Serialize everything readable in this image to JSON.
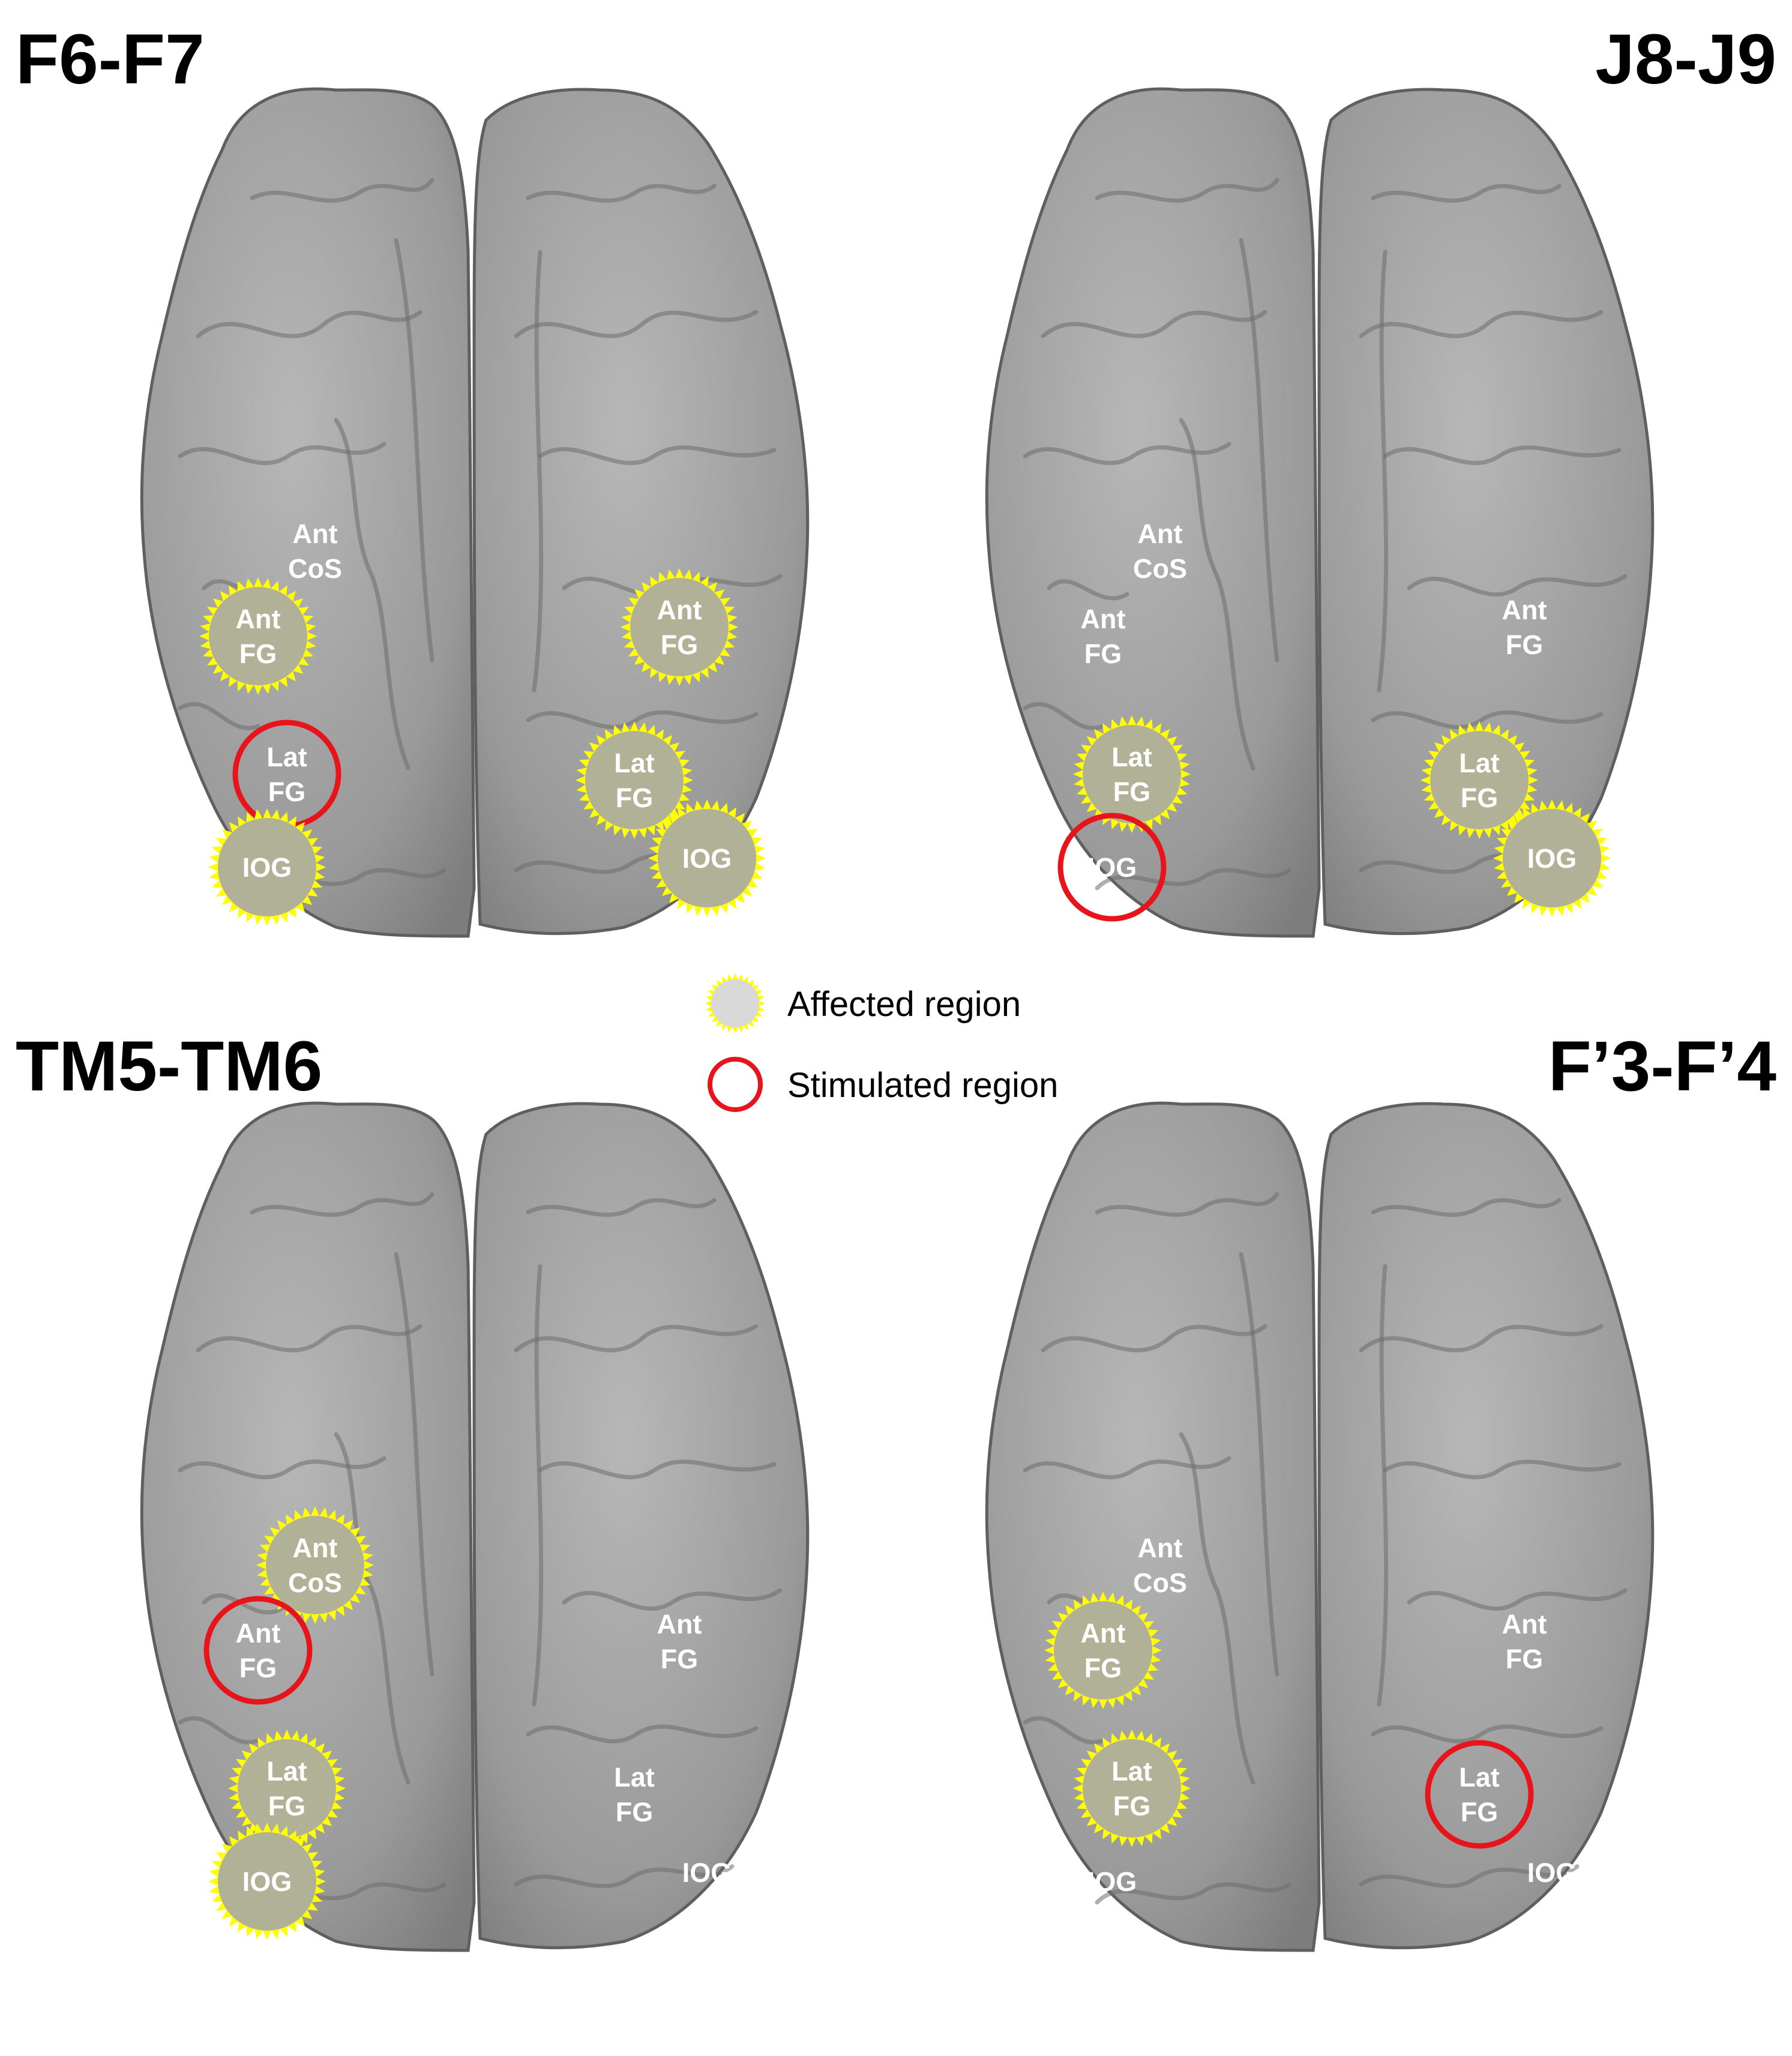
{
  "panels": [
    {
      "title": "F6-F7",
      "regions": [
        {
          "label": [
            "Ant",
            "CoS"
          ],
          "status": "none"
        },
        {
          "label": [
            "Ant",
            "FG"
          ],
          "status": "affected"
        },
        {
          "label": [
            "Lat",
            "FG"
          ],
          "status": "stimulated"
        },
        {
          "label": [
            "IOG"
          ],
          "status": "affected"
        },
        {
          "label": [
            "Ant",
            "FG"
          ],
          "status": "affected"
        },
        {
          "label": [
            "Lat",
            "FG"
          ],
          "status": "affected"
        },
        {
          "label": [
            "IOG"
          ],
          "status": "affected"
        }
      ]
    },
    {
      "title": "J8-J9",
      "regions": [
        {
          "label": [
            "Ant",
            "CoS"
          ],
          "status": "none"
        },
        {
          "label": [
            "Ant",
            "FG"
          ],
          "status": "none"
        },
        {
          "label": [
            "Lat",
            "FG"
          ],
          "status": "affected"
        },
        {
          "label": [
            "IOG"
          ],
          "status": "stimulated"
        },
        {
          "label": [
            "Ant",
            "FG"
          ],
          "status": "none"
        },
        {
          "label": [
            "Lat",
            "FG"
          ],
          "status": "affected"
        },
        {
          "label": [
            "IOG"
          ],
          "status": "affected"
        }
      ]
    },
    {
      "title": "TM5-TM6",
      "regions": [
        {
          "label": [
            "Ant",
            "CoS"
          ],
          "status": "affected"
        },
        {
          "label": [
            "Ant",
            "FG"
          ],
          "status": "stimulated"
        },
        {
          "label": [
            "Lat",
            "FG"
          ],
          "status": "affected"
        },
        {
          "label": [
            "IOG"
          ],
          "status": "affected"
        },
        {
          "label": [
            "Ant",
            "FG"
          ],
          "status": "none"
        },
        {
          "label": [
            "Lat",
            "FG"
          ],
          "status": "none"
        },
        {
          "label": [
            "IOG"
          ],
          "status": "none"
        }
      ]
    },
    {
      "title": "F’3-F’4",
      "regions": [
        {
          "label": [
            "Ant",
            "CoS"
          ],
          "status": "none"
        },
        {
          "label": [
            "Ant",
            "FG"
          ],
          "status": "affected"
        },
        {
          "label": [
            "Lat",
            "FG"
          ],
          "status": "affected"
        },
        {
          "label": [
            "IOG"
          ],
          "status": "none"
        },
        {
          "label": [
            "Ant",
            "FG"
          ],
          "status": "none"
        },
        {
          "label": [
            "Lat",
            "FG"
          ],
          "status": "stimulated"
        },
        {
          "label": [
            "IOG"
          ],
          "status": "none"
        }
      ]
    }
  ],
  "legend": {
    "affected": "Affected region",
    "stimulated": "Stimulated region"
  },
  "colors": {
    "brain_fill": "#9a9a9a",
    "brain_light": "#b7b7b7",
    "brain_dark": "#5f5f5f",
    "affected_ring": "#ffff00",
    "affected_fill": "#d9d9d9",
    "stimulated_ring": "#e8141b",
    "text_on_brain": "#ffffff"
  }
}
